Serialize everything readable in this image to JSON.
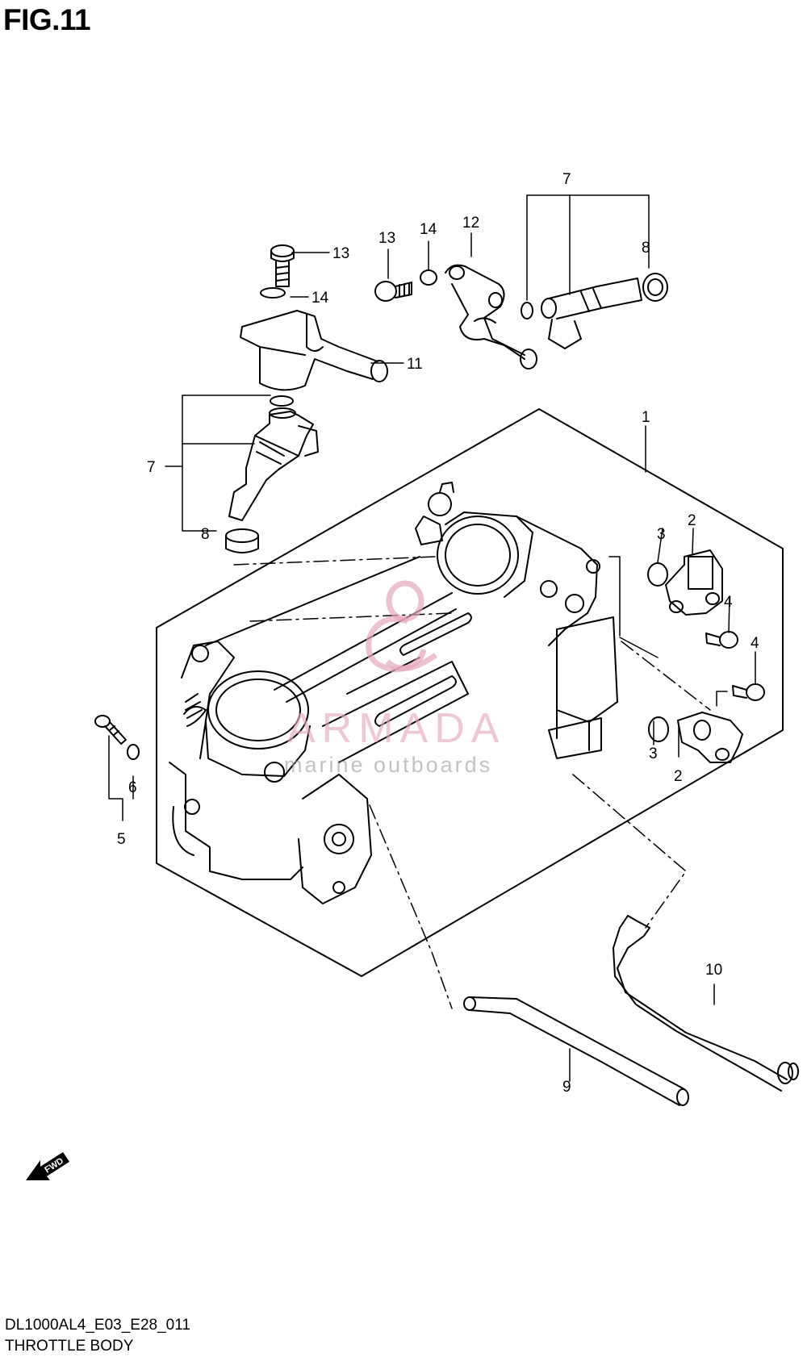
{
  "figure": {
    "title": "FIG.11"
  },
  "footer": {
    "code": "DL1000AL4_E03_E28_011",
    "name": "THROTTLE BODY"
  },
  "watermark": {
    "brand": "ARMADA",
    "tagline": "marine outboards",
    "color": "#e7a7bd"
  },
  "callouts": {
    "c1": "1",
    "c2a": "2",
    "c2b": "2",
    "c3a": "3",
    "c3b": "3",
    "c4a": "4",
    "c4b": "4",
    "c5": "5",
    "c6": "6",
    "c7a": "7",
    "c7b": "7",
    "c8a": "8",
    "c8b": "8",
    "c9": "9",
    "c10": "10",
    "c11": "11",
    "c12": "12",
    "c13a": "13",
    "c13b": "13",
    "c14a": "14",
    "c14b": "14"
  },
  "forward_indicator": {
    "text": "FWD",
    "icon": "arrow-icon"
  }
}
